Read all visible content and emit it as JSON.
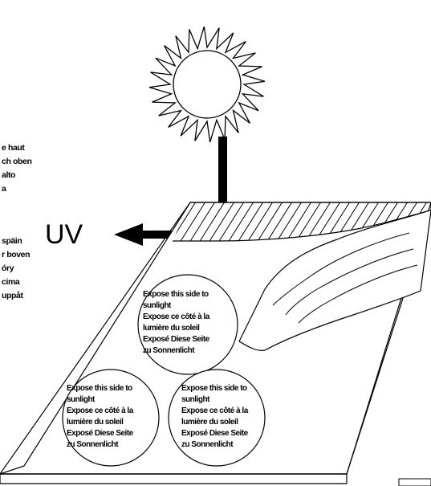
{
  "uv_label": "UV",
  "left_labels_top": [
    "e haut",
    "ch oben",
    "alto",
    "a"
  ],
  "left_labels_bottom": [
    "späin",
    "r boven",
    "óry",
    "cima",
    "uppåt"
  ],
  "circle_labels": [
    [
      "Expose this side to",
      "sunlight",
      "Expose ce côté à la",
      "lumière du soleil",
      "Exposé Diese Seite",
      "zu Sonnenlicht"
    ],
    [
      "Expose this side to",
      "sunlight",
      "Expose ce côté à la",
      "lumière du soleil",
      "Exposé Diese Seite",
      "zu Sonnenlicht"
    ],
    [
      "Expose this side to",
      "sunlight",
      "Expose ce côté à la",
      "lumière du soleil",
      "Exposé Diese Seite",
      "zu Sonnenlicht"
    ]
  ]
}
